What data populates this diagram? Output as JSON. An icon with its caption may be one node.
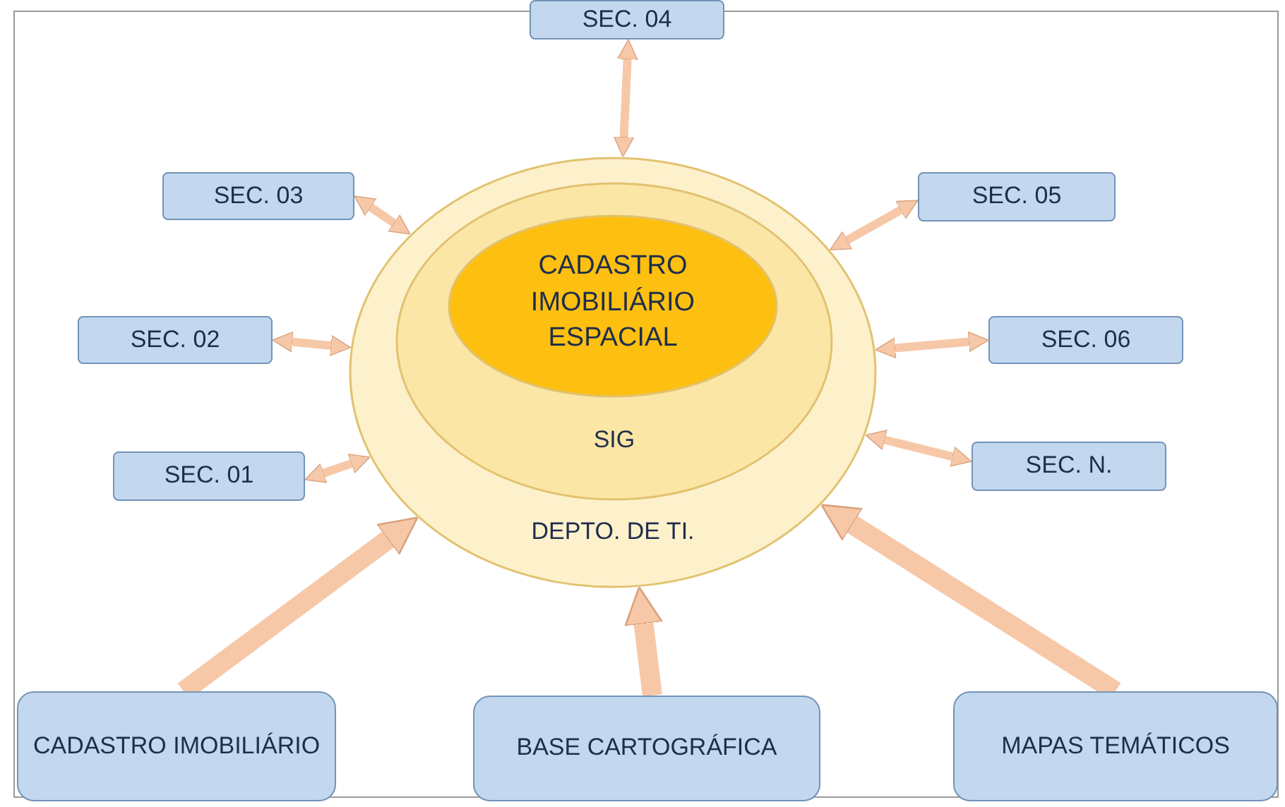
{
  "diagram": {
    "nodes": [
      {
        "text": [
          "DEPTO. DE TI."
        ]
      },
      {
        "text": [
          "SIG"
        ],
        "in": 0
      },
      {
        "text": [
          "CADASTRO IMOBILIÁRIO ESPACIAL"
        ],
        "in": 1
      },
      {
        "text": [
          "SEC. 04"
        ]
      },
      {
        "text": [
          "SEC. 03"
        ]
      },
      {
        "text": [
          "SEC. 05"
        ]
      },
      {
        "text": [
          "SEC. 02"
        ]
      },
      {
        "text": [
          "SEC. 06"
        ]
      },
      {
        "text": [
          "SEC. 01"
        ]
      },
      {
        "text": [
          "SEC. N."
        ]
      },
      {
        "text": [
          "CADASTRO IMOBILIÁRIO"
        ]
      },
      {
        "text": [
          "BASE CARTOGRÁFICA"
        ]
      },
      {
        "text": [
          "MAPAS TEMÁTICOS"
        ]
      }
    ],
    "edges": [
      {
        "from": 3,
        "to": 0,
        "arrow": "both"
      },
      {
        "from": 4,
        "to": 0,
        "arrow": "both"
      },
      {
        "from": 5,
        "to": 0,
        "arrow": "both"
      },
      {
        "from": 6,
        "to": 0,
        "arrow": "both"
      },
      {
        "from": 7,
        "to": 0,
        "arrow": "both"
      },
      {
        "from": 8,
        "to": 0,
        "arrow": "both"
      },
      {
        "from": 9,
        "to": 0,
        "arrow": "both"
      },
      {
        "from": 10,
        "to": 0,
        "arrow": "to",
        "style": "thick"
      },
      {
        "from": 11,
        "to": 0,
        "arrow": "to",
        "style": "thick"
      },
      {
        "from": 12,
        "to": 0,
        "arrow": "to",
        "style": "thick"
      }
    ]
  }
}
